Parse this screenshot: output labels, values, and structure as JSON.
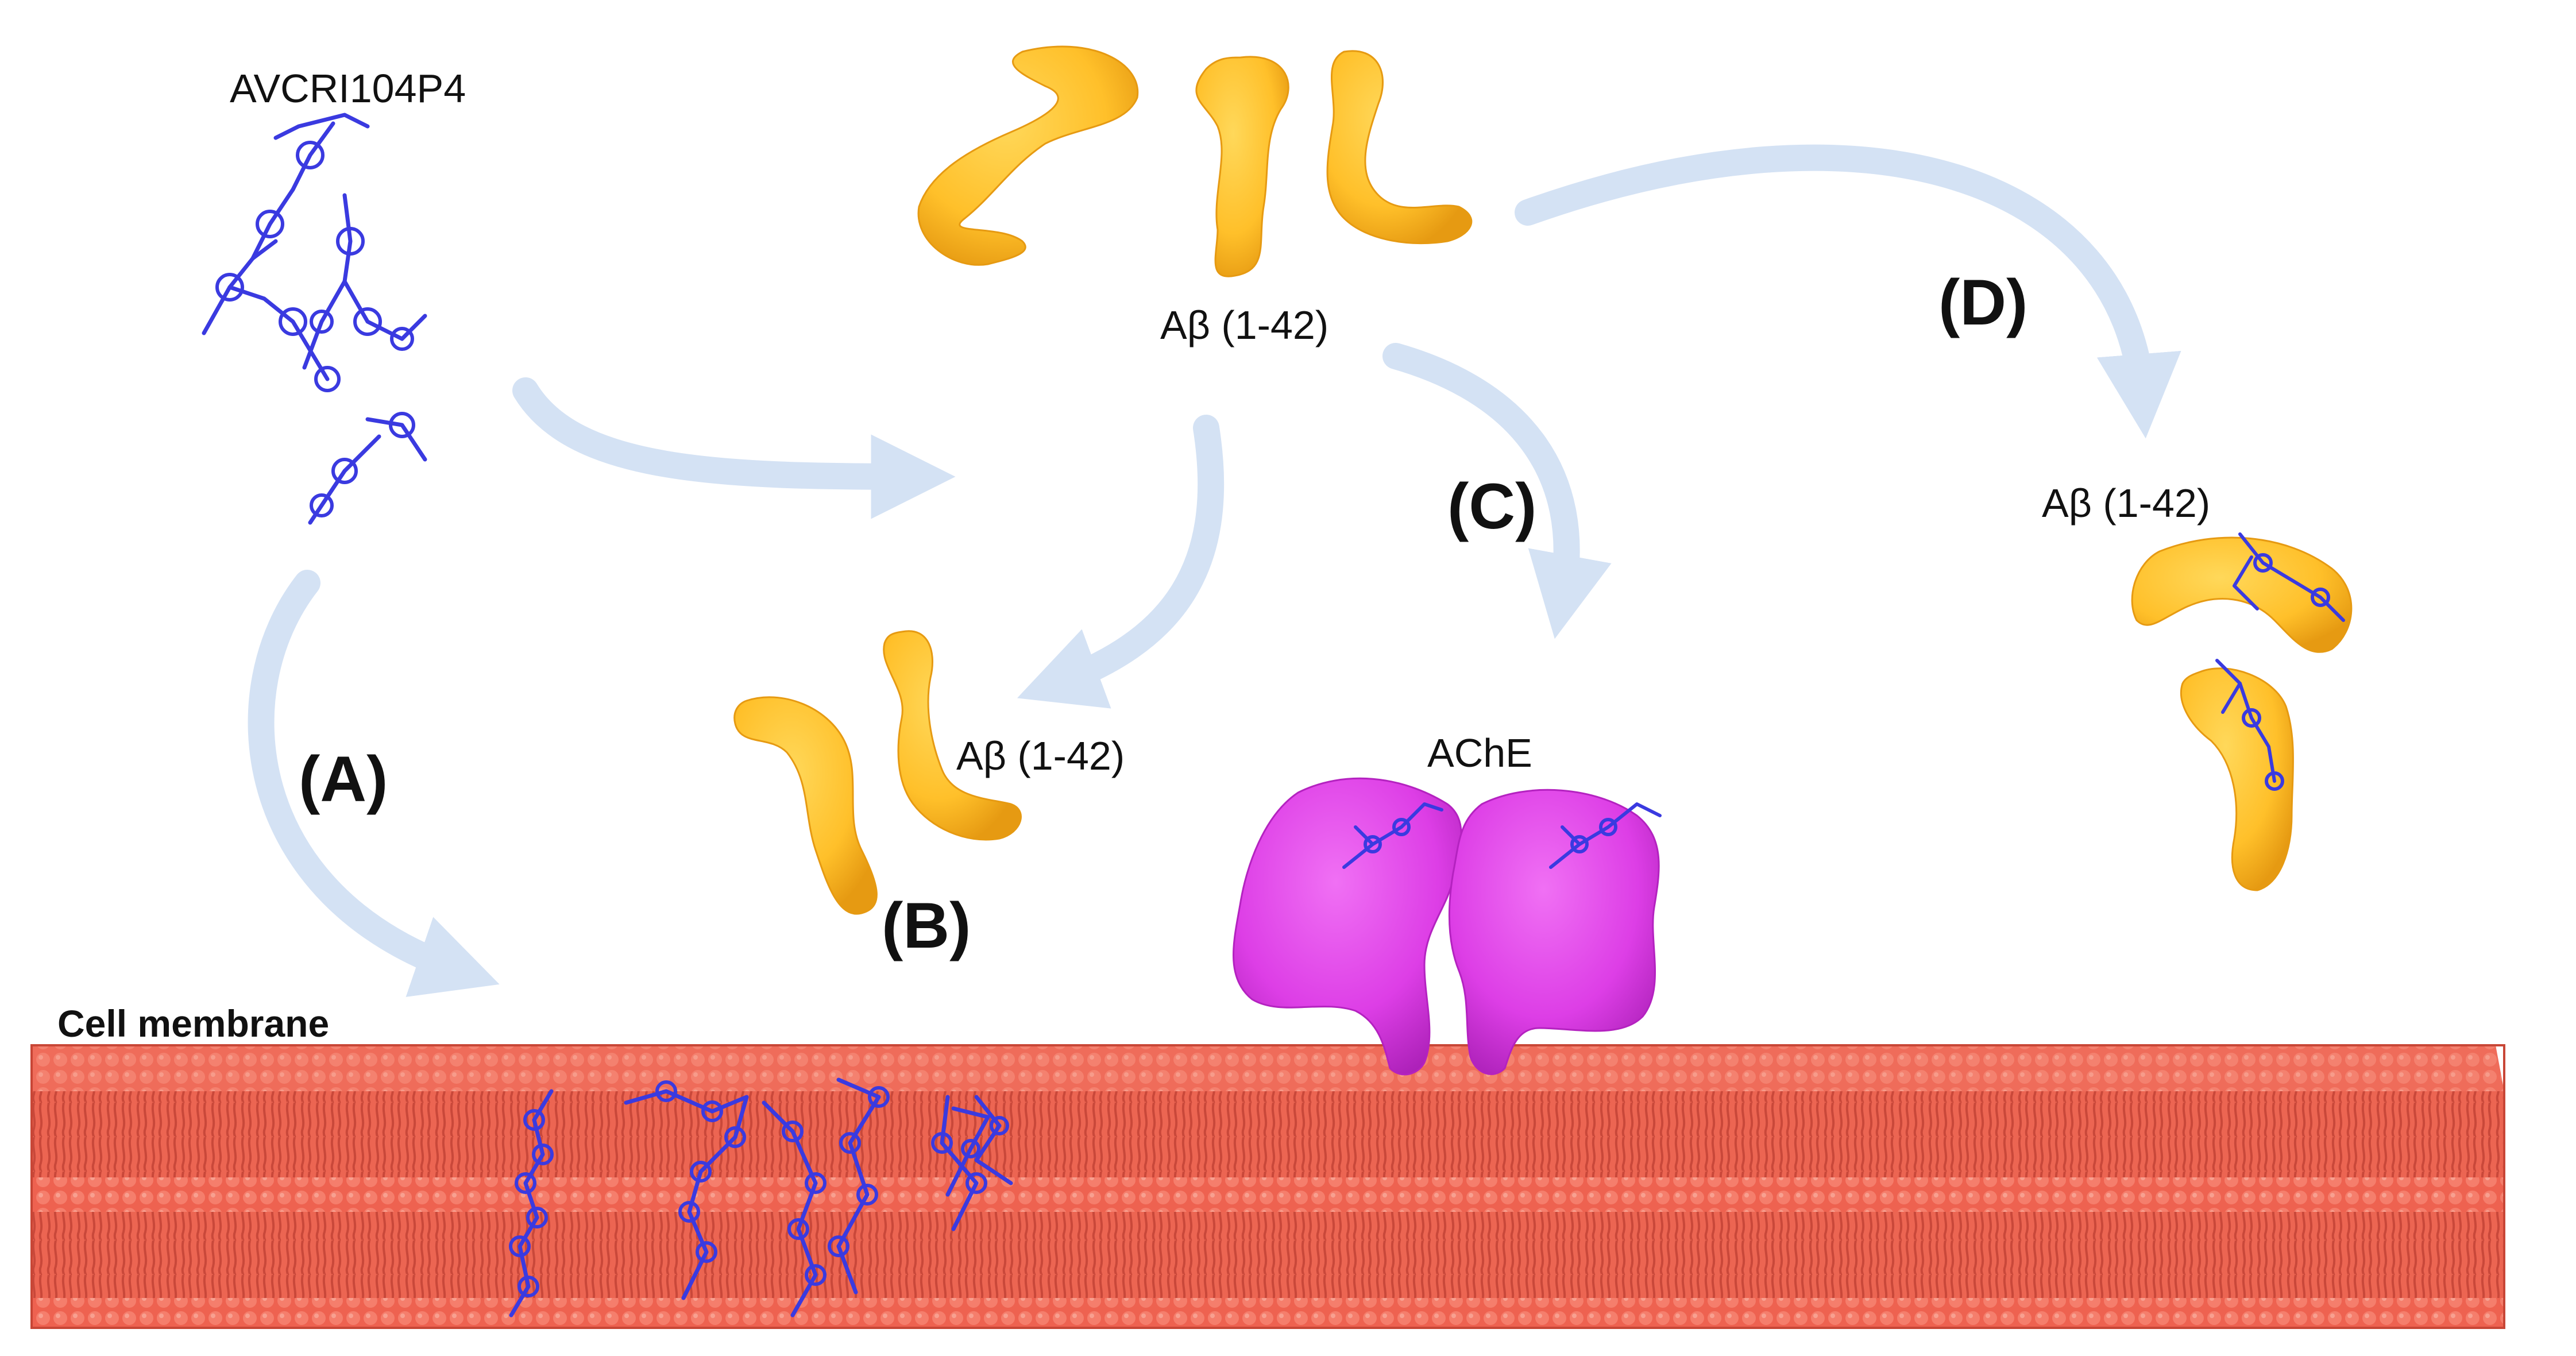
{
  "labels": {
    "compound": "AVCRI104P4",
    "abeta_top": "Aβ (1-42)",
    "abeta_b": "Aβ (1-42)",
    "abeta_d": "Aβ (1-42)",
    "ache": "AChE",
    "step_a": "(A)",
    "step_b": "(B)",
    "step_c": "(C)",
    "step_d": "(D)",
    "membrane": "Cell membrane"
  },
  "colors": {
    "arrow": "#d4e2f4",
    "peptide": "#ffc02a",
    "peptide_shade": "#e69a12",
    "enzyme": "#e040e8",
    "enzyme_shade": "#b422c0",
    "ligand": "#3a3ae0",
    "membrane": "#ef6452",
    "membrane_dark": "#c84636"
  }
}
